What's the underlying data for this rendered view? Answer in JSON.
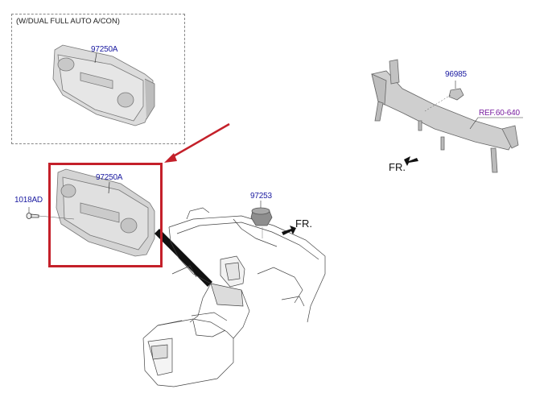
{
  "diagram": {
    "type": "automotive parts exploded view",
    "colors": {
      "part_label": "#1a1aa0",
      "reference_label": "#7a1fa0",
      "highlight_box": "#c4202a",
      "pointer_arrow": "#c4202a",
      "option_box_border": "#888888"
    },
    "option_box": {
      "title": "(W/DUAL  FULL AUTO A/CON)",
      "part_label": "97250A"
    },
    "highlighted_box": {
      "part_label": "97250A",
      "fastener_label": "1018AD"
    },
    "dashboard": {
      "part_label": "97253",
      "direction_label": "FR."
    },
    "crossmember": {
      "part_label": "96985",
      "reference_label": "REF.60-640",
      "direction_label": "FR."
    }
  }
}
